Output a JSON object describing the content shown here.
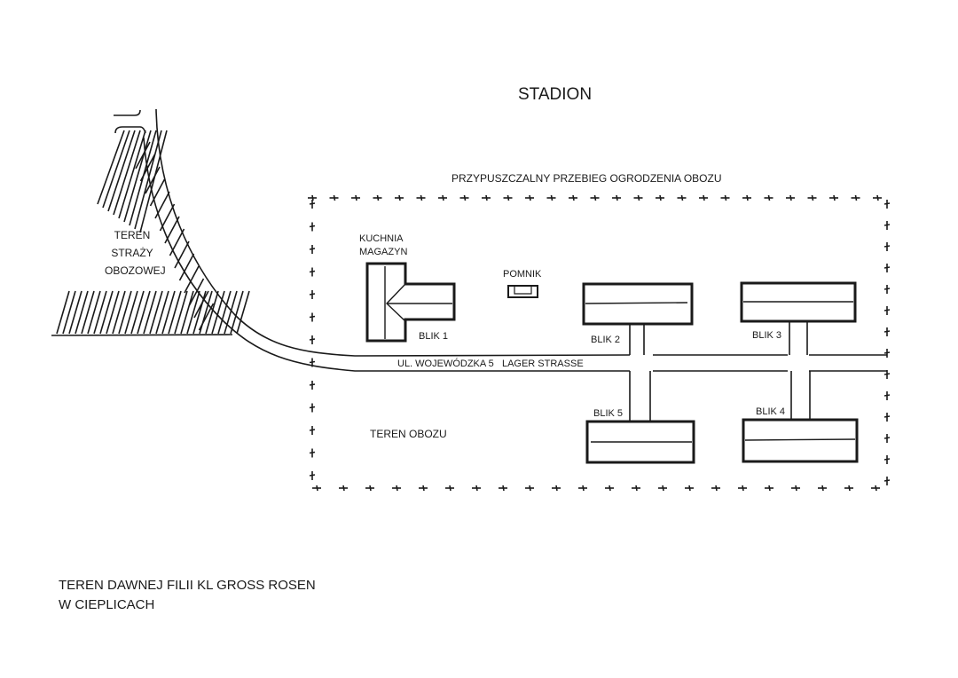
{
  "map": {
    "north_label": "STADION",
    "fence_label": "PRZYPUSZCZALNY PRZEBIEG OGRODZENIA OBOZU",
    "guard_area_label": [
      "TEREN",
      "STRAŻY",
      "OBOZOWEJ"
    ],
    "camp_area_label": "TEREN OBOZU",
    "street_label": "UL. WOJEWÓDZKA 5   LAGER STRASSE",
    "buildings": {
      "kitchen_label": [
        "KUCHNIA",
        "MAGAZYN"
      ],
      "block1": "BLIK 1",
      "block2": "BLIK 2",
      "block3": "BLIK 3",
      "block4": "BLIK 4",
      "block5": "BLIK 5",
      "monument": "POMNIK"
    },
    "caption": [
      "TEREN DAWNEJ FILII KL GROSS ROSEN",
      "W CIEPLICACH"
    ],
    "colors": {
      "ink": "#1a1a1a",
      "paper": "#ffffff"
    }
  }
}
